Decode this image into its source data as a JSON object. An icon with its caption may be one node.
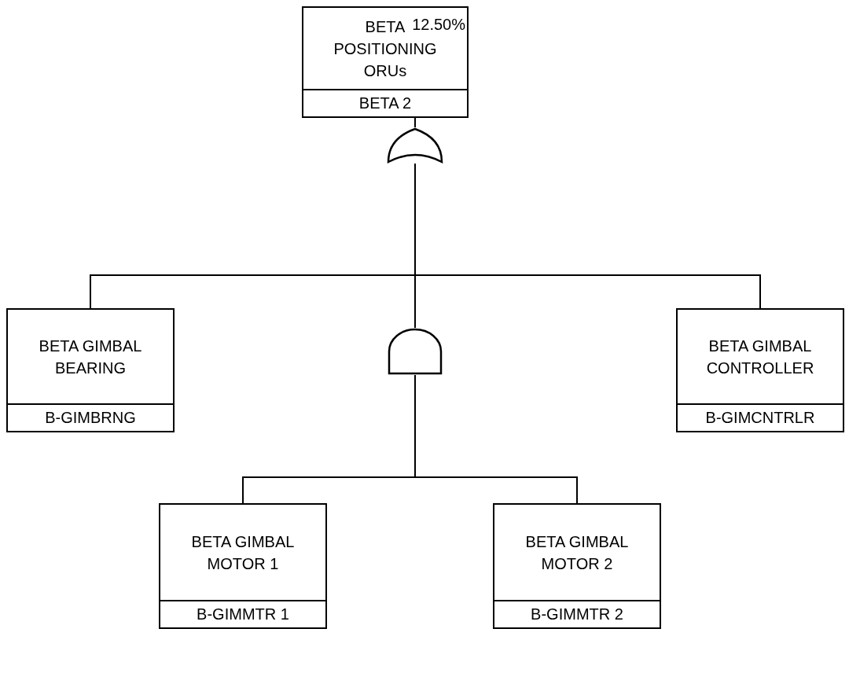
{
  "diagram": {
    "nodes": [
      {
        "text": [
          "BETA POSITIONING ORUs",
          "12.50%",
          "BETA 2"
        ]
      },
      {
        "text": [],
        "shape": "arch"
      },
      {
        "text": [
          "BETA GIMBAL BEARING",
          "B-GIMBRNG"
        ]
      },
      {
        "text": [],
        "shape": "dome"
      },
      {
        "text": [
          "BETA GIMBAL CONTROLLER",
          "B-GIMCNTRLR"
        ]
      },
      {
        "text": [
          "BETA GIMBAL MOTOR 1",
          "B-GIMMTR 1"
        ]
      },
      {
        "text": [
          "BETA GIMBAL MOTOR 2",
          "B-GIMMTR 2"
        ]
      }
    ],
    "edges": [
      {
        "from": 0,
        "to": 1,
        "arrow": "none"
      },
      {
        "from": 1,
        "to": 2,
        "arrow": "none"
      },
      {
        "from": 1,
        "to": 3,
        "arrow": "none"
      },
      {
        "from": 1,
        "to": 4,
        "arrow": "none"
      },
      {
        "from": 3,
        "to": 5,
        "arrow": "none"
      },
      {
        "from": 3,
        "to": 6,
        "arrow": "none"
      }
    ]
  }
}
